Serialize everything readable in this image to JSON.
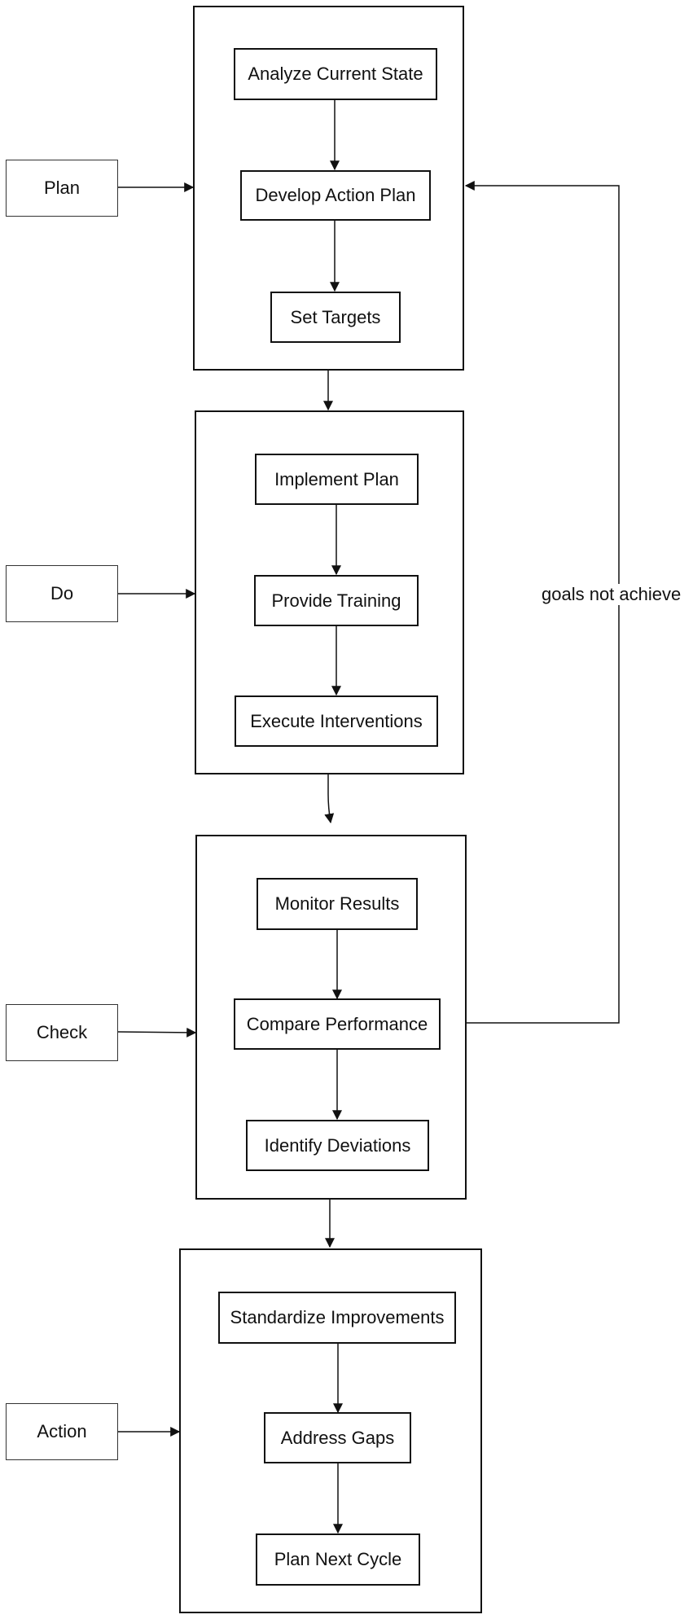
{
  "phases": [
    "Plan",
    "Do",
    "Check",
    "Action"
  ],
  "groups": [
    {
      "name": "plan",
      "steps": [
        "Analyze Current State",
        "Develop Action Plan",
        "Set Targets"
      ]
    },
    {
      "name": "do",
      "steps": [
        "Implement Plan",
        "Provide Training",
        "Execute Interventions"
      ]
    },
    {
      "name": "check",
      "steps": [
        "Monitor Results",
        "Compare Performance",
        "Identify Deviations"
      ]
    },
    {
      "name": "action",
      "steps": [
        "Standardize Improvements",
        "Address Gaps",
        "Plan Next Cycle"
      ]
    }
  ],
  "feedback_label": "goals not achieve"
}
